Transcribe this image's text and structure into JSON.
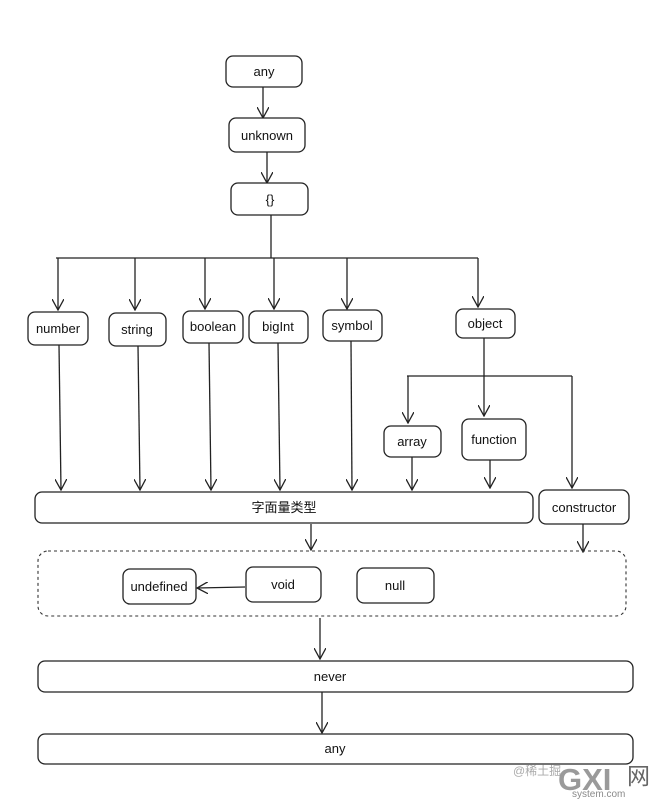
{
  "nodes": {
    "any_top": "any",
    "unknown": "unknown",
    "empty_object": "{}",
    "number": "number",
    "string": "string",
    "boolean": "boolean",
    "bigint": "bigInt",
    "symbol": "symbol",
    "object": "object",
    "array": "array",
    "function": "function",
    "literal_types": "字面量类型",
    "constructor": "constructor",
    "undefined": "undefined",
    "void": "void",
    "null": "null",
    "never": "never",
    "any_bottom": "any"
  },
  "watermark": {
    "prefix": "@稀土掘",
    "logo_letters": "GXI",
    "logo_cn": "网",
    "domain": "system.com"
  }
}
